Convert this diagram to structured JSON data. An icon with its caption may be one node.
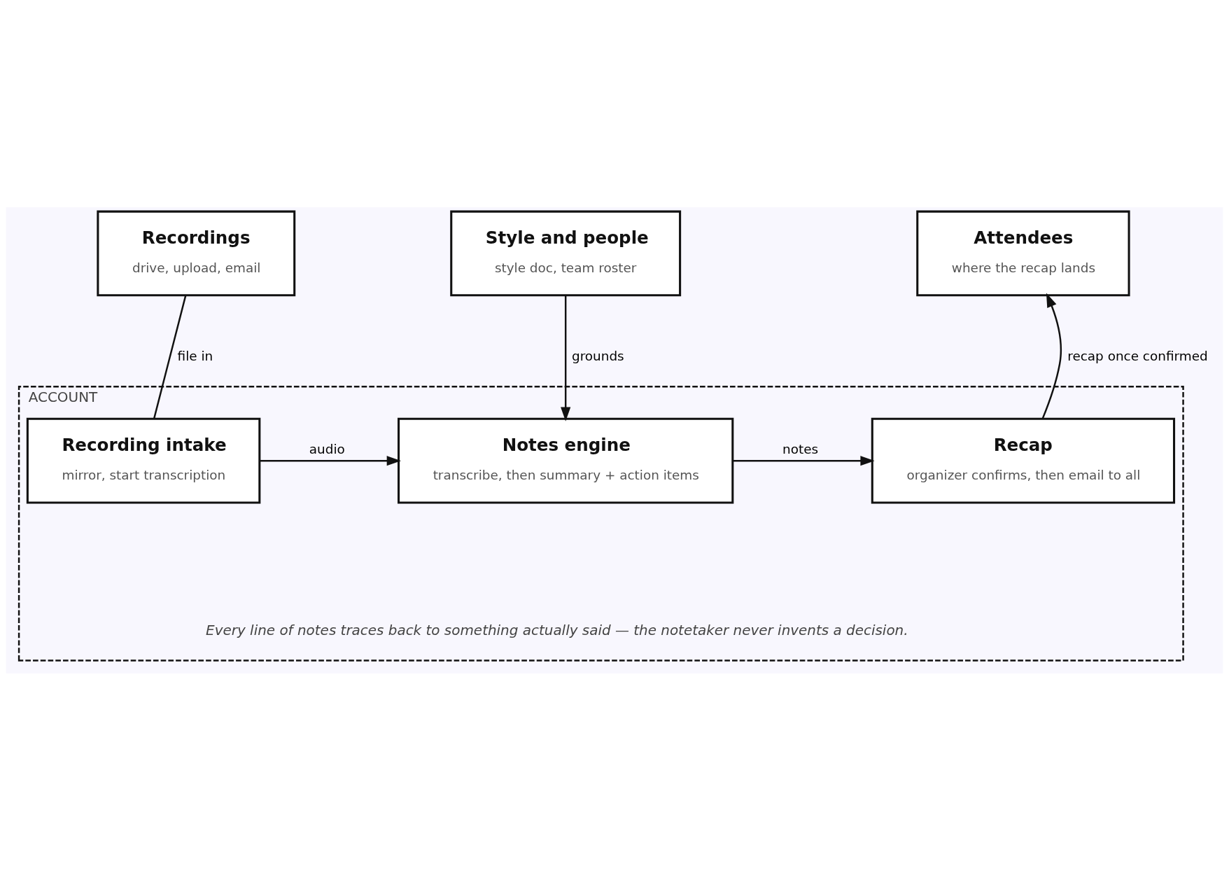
{
  "diagram": {
    "nodes": [
      {
        "text": [
          "Recordings",
          "drive, upload, email"
        ]
      },
      {
        "text": [
          "Style and people",
          "style doc, team roster"
        ]
      },
      {
        "text": [
          "Attendees",
          "where the recap lands"
        ]
      },
      {
        "text": [
          "ACCOUNT"
        ]
      },
      {
        "text": [
          "Recording intake",
          "mirror, start transcription"
        ],
        "in": 3
      },
      {
        "text": [
          "Notes engine",
          "transcribe, then summary + action items"
        ],
        "in": 3
      },
      {
        "text": [
          "Recap",
          "organizer confirms, then email to all"
        ],
        "in": 3
      }
    ],
    "edges": [
      {
        "from": 0,
        "to": 4,
        "arrow": "none",
        "label": "file in"
      },
      {
        "from": 1,
        "to": 5,
        "arrow": "to",
        "label": "grounds"
      },
      {
        "from": 6,
        "to": 2,
        "arrow": "to",
        "label": "recap once confirmed"
      },
      {
        "from": 4,
        "to": 5,
        "arrow": "to",
        "label": "audio"
      },
      {
        "from": 5,
        "to": 6,
        "arrow": "to",
        "label": "notes"
      }
    ],
    "labels": [
      "Every line of notes traces back to something actually said — the notetaker never invents a decision."
    ]
  }
}
